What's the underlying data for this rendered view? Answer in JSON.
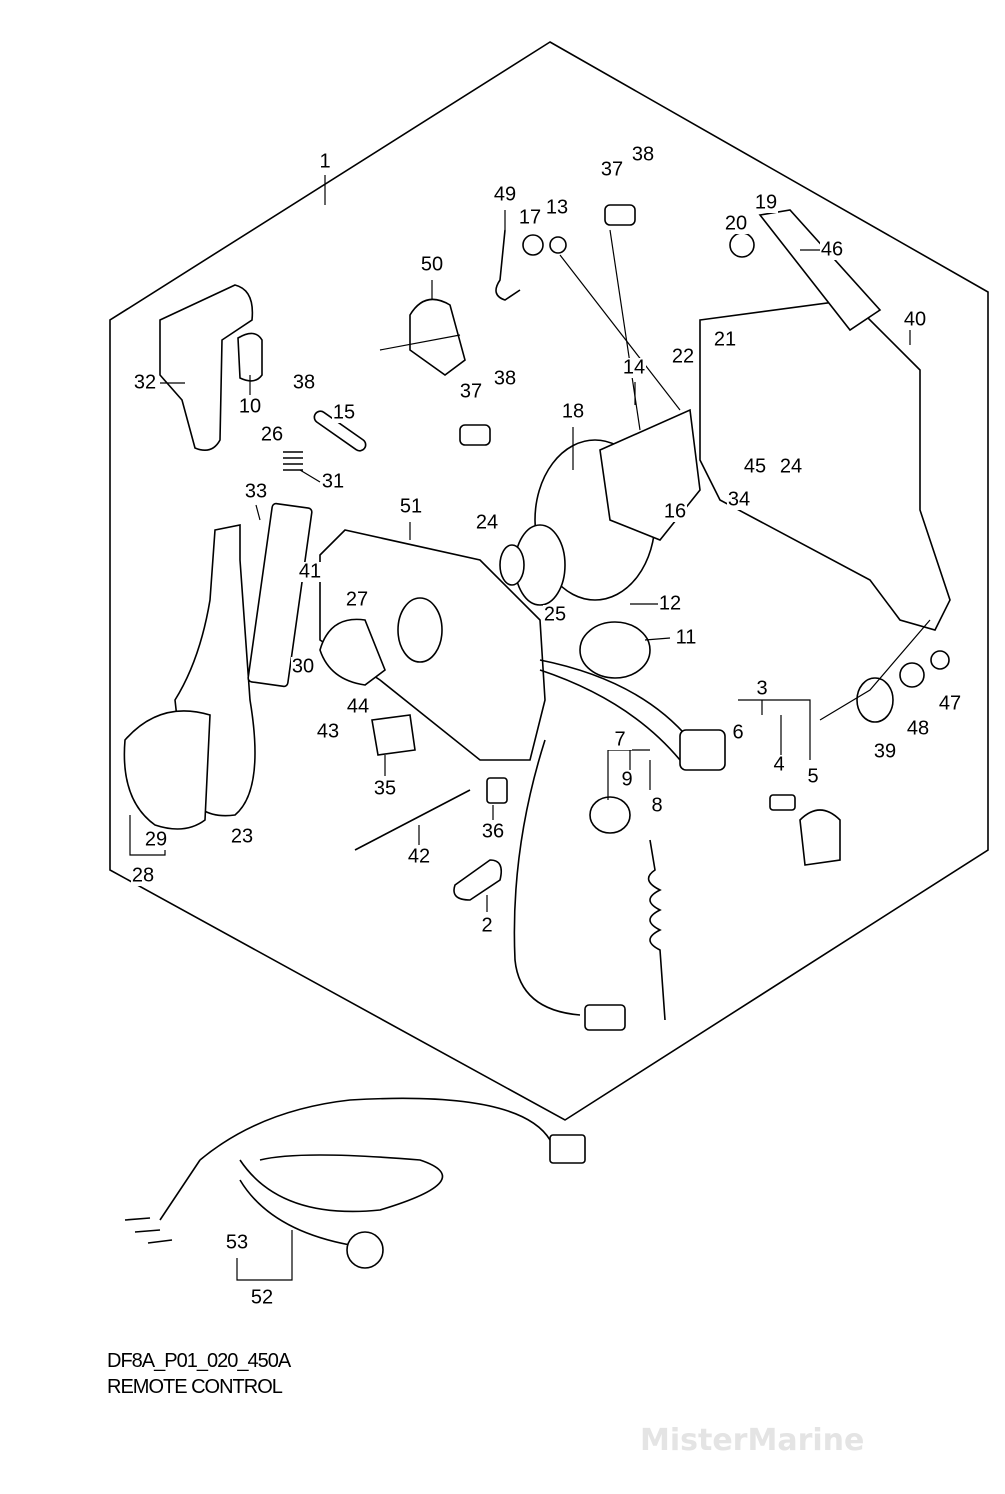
{
  "watermark": "MisterMarine",
  "caption": {
    "code": "DF8A_P01_020_450A",
    "title": "REMOTE CONTROL"
  },
  "callouts": [
    "1",
    "49",
    "17",
    "13",
    "37",
    "38",
    "20",
    "19",
    "46",
    "50",
    "40",
    "32",
    "10",
    "38",
    "15",
    "37",
    "38",
    "14",
    "22",
    "21",
    "18",
    "26",
    "31",
    "33",
    "51",
    "16",
    "34",
    "45",
    "24",
    "24",
    "25",
    "41",
    "27",
    "12",
    "11",
    "30",
    "43",
    "44",
    "3",
    "6",
    "4",
    "5",
    "39",
    "48",
    "47",
    "7",
    "9",
    "8",
    "35",
    "36",
    "42",
    "29",
    "28",
    "23",
    "2",
    "53",
    "52"
  ]
}
